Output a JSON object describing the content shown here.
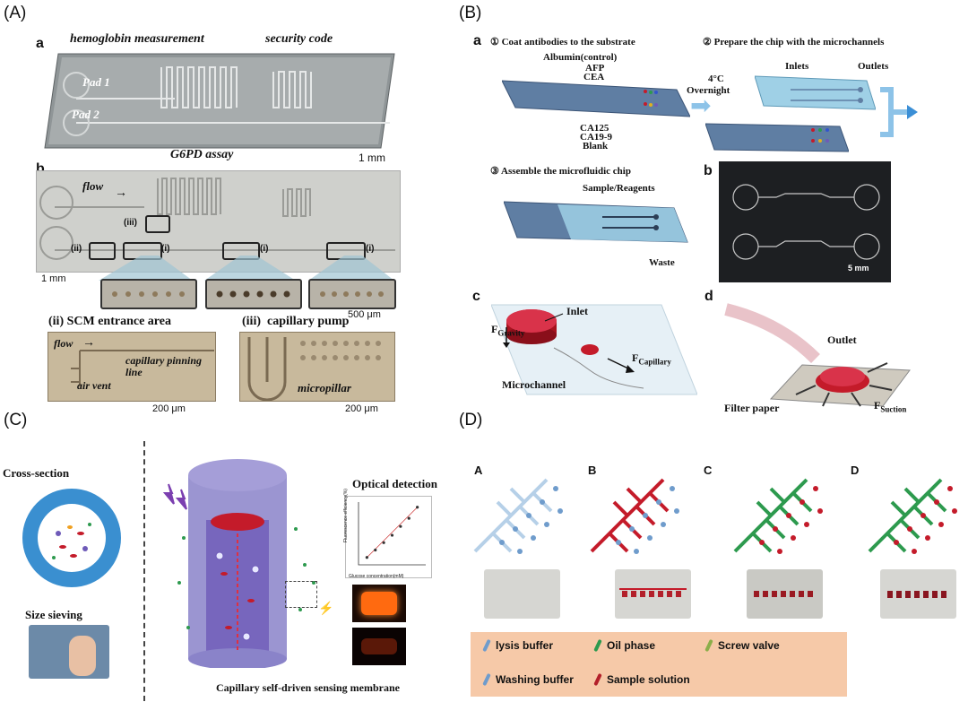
{
  "panels": {
    "A": {
      "label": "(A)",
      "a_label": "a",
      "b_label": "b",
      "hemoglobin": "hemoglobin measurement",
      "security": "security code",
      "pad1": "Pad 1",
      "pad2": "Pad 2",
      "g6pd": "G6PD assay",
      "scale_1mm_a": "1 mm",
      "flow": "flow",
      "iii": "(iii)",
      "ii": "(ii)",
      "i": "(i)",
      "scale_1mm_b": "1 mm",
      "scale_500": "500 μm",
      "ii_title": "(ii) SCM entrance area",
      "iii_title": "(iii)  capillary pump",
      "flow2": "flow",
      "capillary_pinning": "capillary pinning line",
      "air_vent": "air vent",
      "micropillar": "micropillar",
      "scale_200_a": "200 μm",
      "scale_200_b": "200 μm"
    },
    "B": {
      "label": "(B)",
      "a_label": "a",
      "step1": "① Coat antibodies to the substrate",
      "step2": "② Prepare the chip with the microchannels",
      "albumin": "Albumin(control)",
      "afp": "AFP",
      "cea": "CEA",
      "ca125": "CA125",
      "ca199": "CA19-9",
      "blank": "Blank",
      "temp": "4°C",
      "overnight": "Overnight",
      "inlets": "Inlets",
      "outlets": "Outlets",
      "step3": "③ Assemble the microfluidic chip",
      "sample": "Sample/Reagents",
      "waste": "Waste",
      "b_label": "b",
      "scale_5mm": "5 mm",
      "c_label": "c",
      "inlet": "Inlet",
      "f_gravity": "F",
      "f_gravity_sub": "Gravity",
      "f_capillary": "F",
      "f_capillary_sub": "Capillary",
      "microchannel": "Microchannel",
      "d_label": "d",
      "outlet": "Outlet",
      "filter_paper": "Filter paper",
      "f_suction": "F",
      "f_suction_sub": "Suction"
    },
    "C": {
      "label": "(C)",
      "cross_section": "Cross-section",
      "size_sieving": "Size sieving",
      "optical": "Optical detection",
      "y_axis": "Fluorescence efficiency(%)",
      "x_axis": "Glucose concentration(mM)",
      "caption": "Capillary self-driven sensing membrane"
    },
    "D": {
      "label": "(D)",
      "sub_labels": [
        "A",
        "B",
        "C",
        "D"
      ],
      "legend": [
        {
          "label": "lysis buffer",
          "color": "#6f9ccc"
        },
        {
          "label": "Oil phase",
          "color": "#2d9a4e"
        },
        {
          "label": "Screw valve",
          "color": "#8cae4a"
        },
        {
          "label": "Washing buffer",
          "color": "#6f9ccc"
        },
        {
          "label": "Sample solution",
          "color": "#b3202a"
        }
      ]
    }
  },
  "colors": {
    "legend_bg": "#f6c9a8",
    "chip_blue": "#9fd0e6",
    "red": "#c41b2a",
    "green": "#2d9a4e",
    "purple": "#6e5ab8"
  },
  "chart_data": {
    "type": "scatter",
    "xlabel": "Glucose concentration(mM)",
    "ylabel": "Fluorescence efficiency(%)",
    "x": [
      2,
      4,
      6,
      8,
      10,
      12,
      14
    ],
    "y": [
      10,
      20,
      30,
      40,
      52,
      63,
      78
    ],
    "grid": false
  }
}
